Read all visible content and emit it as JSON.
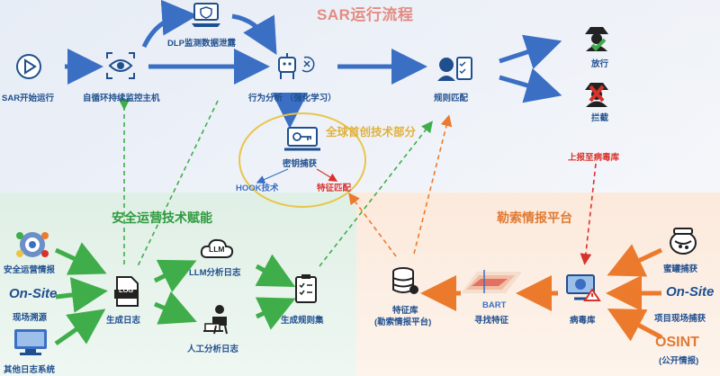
{
  "title": "SAR运行流程",
  "top_flow": {
    "start": "SAR开始运行",
    "monitor": "自循环持续监控主机",
    "dlp": "DLP监测数据泄露",
    "behavior": "行为分析 （强化学习）",
    "rule_match": "规则匹配",
    "allow": "放行",
    "block": "拦截",
    "report": "上报至病毒库"
  },
  "tech_core": {
    "label": "全球首创技术部分",
    "key_capture": "密钥捕获",
    "hook": "HOOK技术",
    "feature_match": "特征匹配"
  },
  "left_panel": {
    "title": "安全运营技术赋能",
    "sources": [
      "安全运营情报",
      "现场溯源",
      "其他日志系统"
    ],
    "onsite_logo": "On-Site",
    "generate_log": "生成日志",
    "log_badge": "LOG",
    "llm_badge": "LLM",
    "llm_log": "LLM分析日志",
    "manual_log": "人工分析日志",
    "rule_set": "生成规则集"
  },
  "right_panel": {
    "title": "勒索情报平台",
    "honeypot": "蜜罐捕获",
    "onsite_logo": "On-Site",
    "project_capture": "项目现场捕获",
    "osint_logo": "OSINT",
    "osint": "(公开情报)",
    "virus_db": "病毒库",
    "bart": "BART",
    "bart_sub": "寻找特征",
    "feature_db": "特征库",
    "feature_db_sub": "(勒索情报平台)"
  },
  "colors": {
    "blue": "#3a6fc4",
    "green": "#3fae4a",
    "orange": "#ec7a2d",
    "red": "#d9312b",
    "text": "#1f4f8f"
  }
}
